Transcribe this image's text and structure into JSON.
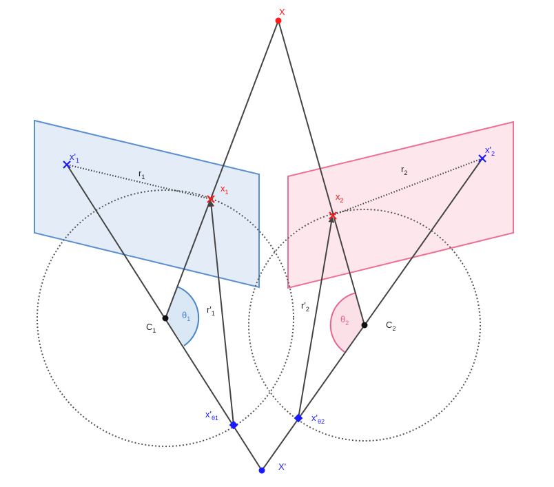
{
  "colors": {
    "blue": "#1a1aff",
    "red": "#ff1a1a",
    "black": "#222222",
    "line": "#444444",
    "plane_left_fill": "#e3ecf7",
    "plane_left_stroke": "#5a8fd0",
    "plane_right_fill": "#fde6ec",
    "plane_right_stroke": "#ee6f92",
    "theta1": "#4a86c8",
    "theta2": "#e66590"
  },
  "labels": {
    "X": "X",
    "Xprime": "X'",
    "x1": {
      "base": "x",
      "sub": "1"
    },
    "x2": {
      "base": "x",
      "sub": "2"
    },
    "xp1": {
      "base": "x'",
      "sub": "1"
    },
    "xp2": {
      "base": "x'",
      "sub": "2"
    },
    "r1": {
      "base": "r",
      "sub": "1"
    },
    "r2": {
      "base": "r",
      "sub": "2"
    },
    "rp1": {
      "base": "r'",
      "sub": "1"
    },
    "rp2": {
      "base": "r'",
      "sub": "2"
    },
    "C1": {
      "base": "C",
      "sub": "1"
    },
    "C2": {
      "base": "C",
      "sub": "2"
    },
    "theta1": {
      "base": "θ",
      "sub": "1"
    },
    "theta2": {
      "base": "θ",
      "sub": "2"
    },
    "xt1": {
      "base": "x'",
      "sub": "θ1"
    },
    "xt2": {
      "base": "x'",
      "sub": "θ2"
    }
  }
}
